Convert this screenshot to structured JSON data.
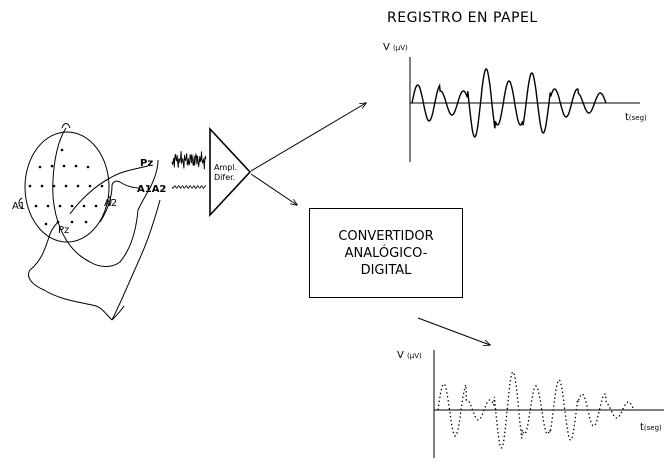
{
  "title": "REGISTRO EN PAPEL",
  "head": {
    "electrodes": {
      "left_ear": "A1",
      "right_ear": "A2",
      "parietal": "Pz"
    }
  },
  "signals": {
    "pz": "Pz",
    "reference": "A1A2"
  },
  "amplifier": {
    "line1": "Ampl.",
    "line2": "Difer."
  },
  "converter": {
    "line1": "CONVERTIDOR",
    "line2": "ANALÓGICO-",
    "line3": "DIGITAL"
  },
  "paper_plot": {
    "ylabel": "V",
    "yunit": "(µV)",
    "xlabel": "t",
    "xunit": "(seg)",
    "style": "continuous"
  },
  "digital_plot": {
    "ylabel": "V",
    "yunit": "(µV)",
    "xlabel": "t",
    "xunit": "(seg)",
    "style": "dotted"
  }
}
